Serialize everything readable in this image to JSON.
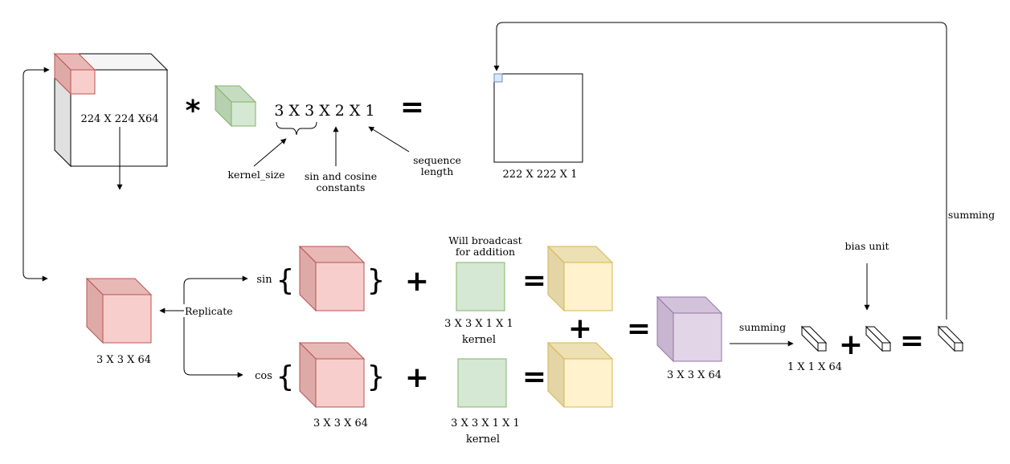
{
  "labels": {
    "input_dims": "224 X 224 X64",
    "kernel_dims": "3 X 3 X 2 X 1",
    "kernel_size": "kernel_size",
    "sin_cos_line1": "sin and cosine",
    "sin_cos_line2": "constants",
    "seq_line1": "sequence",
    "seq_line2": "length",
    "output_dims": "222 X 222 X 1",
    "summing_right": "summing",
    "replicate": "Replicate",
    "patch_dims": "3 X 3 X 64",
    "sin": "sin",
    "cos": "cos",
    "broadcast_line1": "Will broadcast",
    "broadcast_line2": "for addition",
    "sin_kernel_dims": "3 X 3 X 1 X 1",
    "sin_kernel": "kernel",
    "cos_patch_dims": "3 X 3 X 64",
    "cos_kernel_dims": "3 X 3 X 1 X 1",
    "cos_kernel": "kernel",
    "sum_dims": "3 X 3 X 64",
    "summing_mid": "summing",
    "vec_dims": "1 X 1 X 64",
    "bias_unit": "bias unit"
  },
  "operators": {
    "convolve": "*",
    "plus": "+",
    "equals": "=",
    "brace_open": "{",
    "brace_close": "}"
  },
  "colors": {
    "red_fill": "#f8cecc",
    "red_stroke": "#b85450",
    "green_fill": "#d5e8d4",
    "green_stroke": "#82b366",
    "yellow_fill": "#fff2cc",
    "yellow_stroke": "#d6b656",
    "purple_fill": "#e1d5e7",
    "purple_stroke": "#9673a6",
    "blue_fill": "#dae8fc",
    "blue_stroke": "#6c8ebf"
  }
}
